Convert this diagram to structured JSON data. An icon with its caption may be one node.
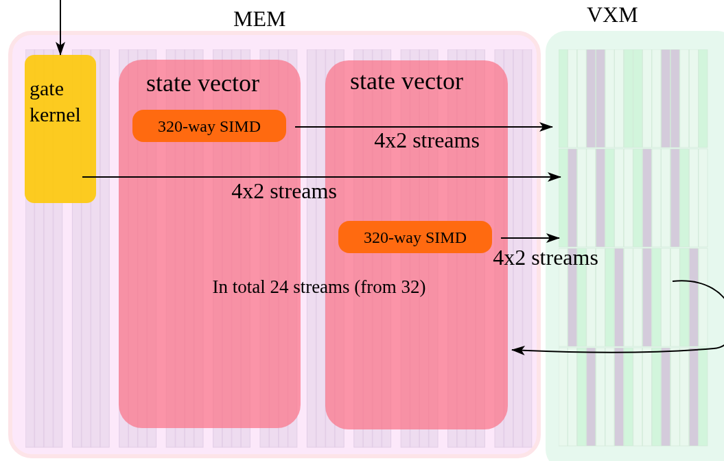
{
  "diagram": {
    "nodes": [
      {
        "text": [
          "MEM"
        ]
      },
      {
        "text": [
          "gate kernel"
        ],
        "in": 0
      },
      {
        "text": [
          "state vector"
        ],
        "in": 0
      },
      {
        "text": [
          "320-way SIMD"
        ],
        "in": 2
      },
      {
        "text": [
          "state vector"
        ],
        "in": 0
      },
      {
        "text": [
          "320-way SIMD"
        ],
        "in": 4
      },
      {
        "text": [
          "VXM"
        ]
      }
    ],
    "edges": [
      {
        "from": null,
        "to": 1,
        "arrow": "to"
      },
      {
        "from": 3,
        "to": 6,
        "arrow": "to",
        "label": "4x2 streams"
      },
      {
        "from": 1,
        "to": 6,
        "arrow": "to",
        "label": "4x2 streams"
      },
      {
        "from": 5,
        "to": 6,
        "arrow": "to",
        "label": "4x2 streams"
      },
      {
        "from": 6,
        "to": 4,
        "arrow": "to"
      }
    ],
    "labels": [
      "In total 24 streams (from 32)"
    ]
  }
}
